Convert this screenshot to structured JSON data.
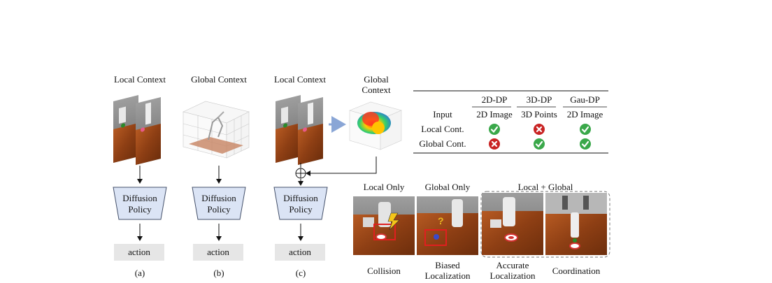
{
  "panels": [
    {
      "title": "Local Context",
      "policy": [
        "Diffusion",
        "Policy"
      ],
      "action": "action",
      "caption": "(a)"
    },
    {
      "title": "Global Context",
      "policy": [
        "Diffusion",
        "Policy"
      ],
      "action": "action",
      "caption": "(b)"
    },
    {
      "title": "Local Context",
      "title2": [
        "Global",
        "Context"
      ],
      "policy": [
        "Diffusion",
        "Policy"
      ],
      "action": "action",
      "caption": "(c)"
    }
  ],
  "table": {
    "headers": [
      "",
      "2D-DP",
      "3D-DP",
      "Gau-DP"
    ],
    "rows": [
      {
        "label": "Input",
        "cells": [
          "2D Image",
          "3D Points",
          "2D Image"
        ]
      },
      {
        "label": "Local Cont.",
        "cells": [
          "check",
          "cross",
          "check"
        ]
      },
      {
        "label": "Global Cont.",
        "cells": [
          "cross",
          "check",
          "check"
        ]
      }
    ]
  },
  "examples": {
    "headers": [
      "Local Only",
      "Global Only",
      "Local + Global"
    ],
    "captions": [
      "Collision",
      [
        "Biased",
        "Localization"
      ],
      [
        "Accurate",
        "Localization"
      ],
      "Coordination"
    ]
  },
  "colors": {
    "check": "#3aa84a",
    "cross": "#c92424",
    "policy_fill": "#dbe4f5",
    "policy_stroke": "#44506a",
    "arrow_blue": "#8aa6d6"
  }
}
